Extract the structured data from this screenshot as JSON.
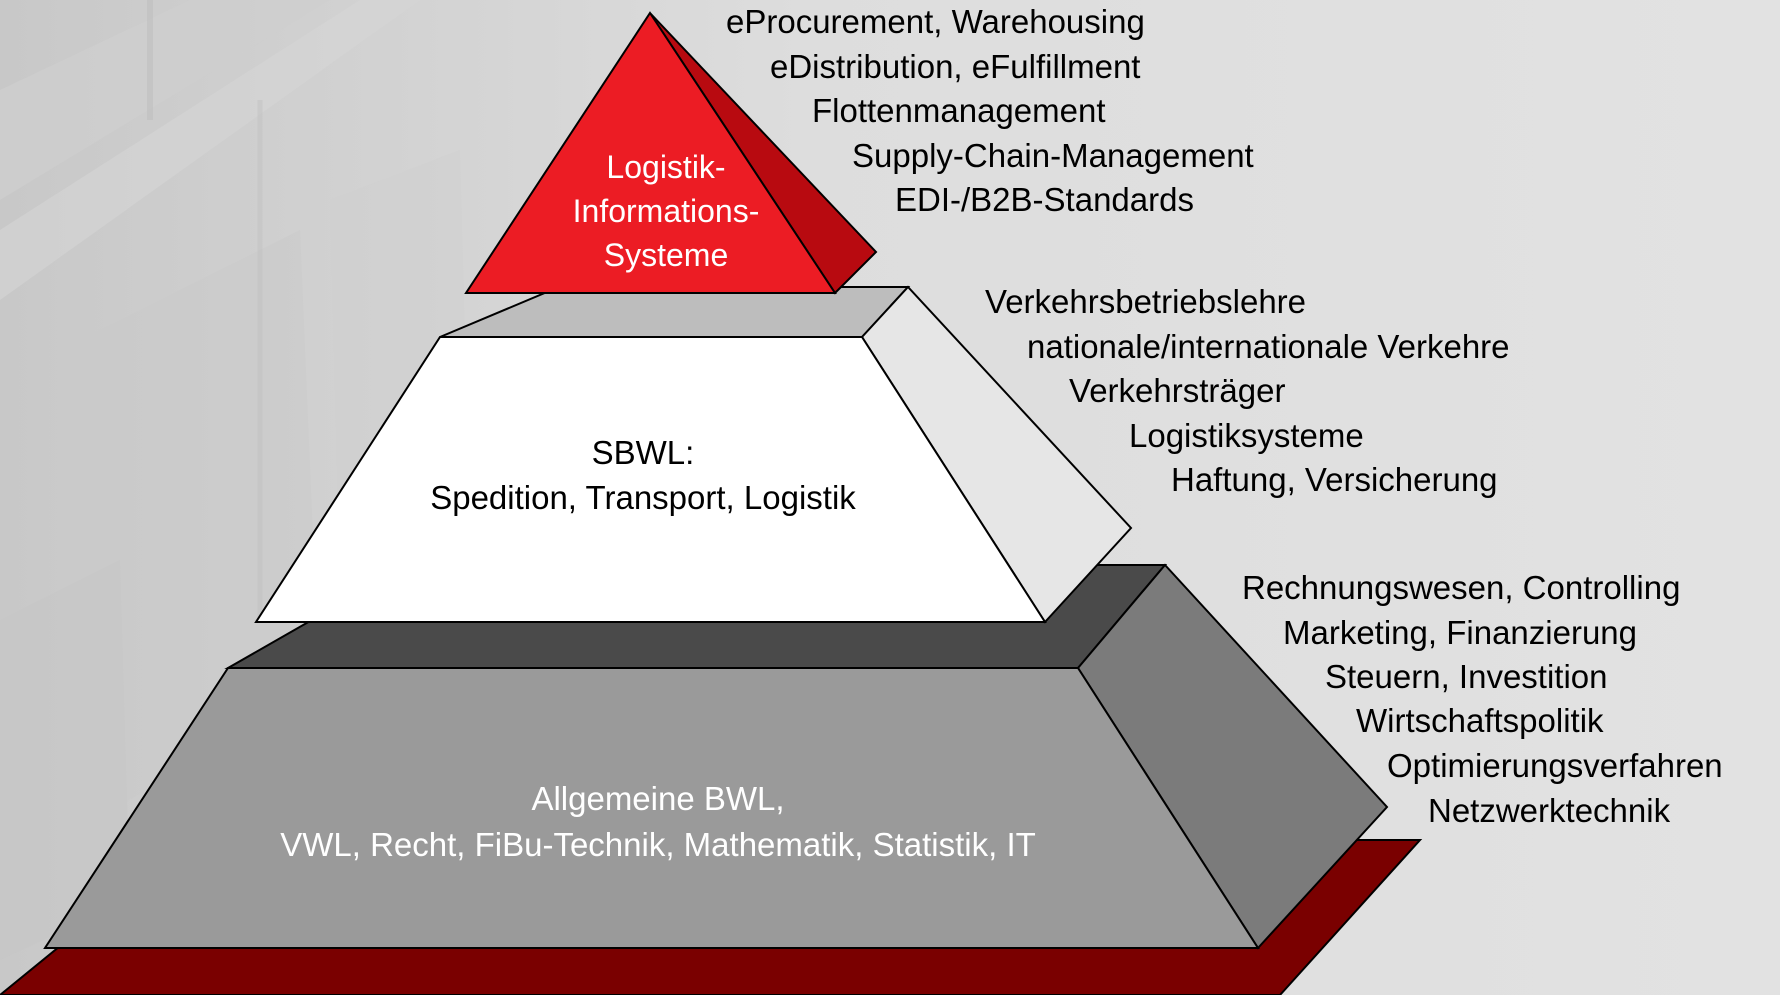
{
  "tiers": {
    "top": {
      "lines": [
        "Logistik-",
        "Informations-",
        "Systeme"
      ],
      "color": "#e8141c"
    },
    "middle": {
      "lines": [
        "SBWL:",
        "Spedition, Transport, Logistik"
      ],
      "color": "#ffffff"
    },
    "bottom": {
      "lines": [
        "Allgemeine BWL,",
        "VWL, Recht, FiBu-Technik, Mathematik, Statistik, IT"
      ],
      "color": "#9a9a9a"
    },
    "base_color": "#7a0000"
  },
  "side_lists": {
    "top": [
      "eProcurement, Warehousing",
      "eDistribution, eFulfillment",
      "Flottenmanagement",
      "Supply-Chain-Management",
      "EDI-/B2B-Standards"
    ],
    "middle": [
      "Verkehrsbetriebslehre",
      "nationale/internationale Verkehre",
      "Verkehrsträger",
      "Logistiksysteme",
      "Haftung, Versicherung"
    ],
    "bottom": [
      "Rechnungswesen, Controlling",
      "Marketing, Finanzierung",
      "Steuern, Investition",
      "Wirtschaftspolitik",
      "Optimierungsverfahren",
      "Netzwerktechnik"
    ]
  }
}
